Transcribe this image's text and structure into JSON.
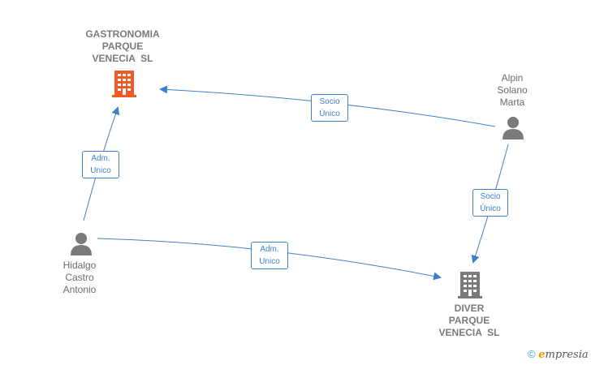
{
  "nodes": {
    "gastronomia": {
      "lines": [
        "GASTRONOMIA",
        "PARQUE",
        "VENECIA  SL"
      ],
      "type": "company",
      "icon": "building-icon",
      "color": "#f05a28"
    },
    "alpin": {
      "lines": [
        "Alpin",
        "Solano",
        "Marta"
      ],
      "type": "person",
      "icon": "person-icon",
      "color": "#7a7a7a"
    },
    "hidalgo": {
      "lines": [
        "Hidalgo",
        "Castro",
        "Antonio"
      ],
      "type": "person",
      "icon": "person-icon",
      "color": "#7a7a7a"
    },
    "diver": {
      "lines": [
        "DIVER",
        "PARQUE",
        "VENECIA  SL"
      ],
      "type": "company",
      "icon": "building-icon",
      "color": "#7a7a7a"
    }
  },
  "relations": {
    "alpin_gastronomia": {
      "lines": [
        "Socio",
        "Único"
      ]
    },
    "hidalgo_gastronomia": {
      "lines": [
        "Adm.",
        "Unico"
      ]
    },
    "alpin_diver": {
      "lines": [
        "Socio",
        "Único"
      ]
    },
    "hidalgo_diver": {
      "lines": [
        "Adm.",
        "Unico"
      ]
    }
  },
  "edge_color": "#3d7fc9",
  "footer": {
    "copyright": "©",
    "brand_initial": "e",
    "brand_rest": "mpresia"
  }
}
